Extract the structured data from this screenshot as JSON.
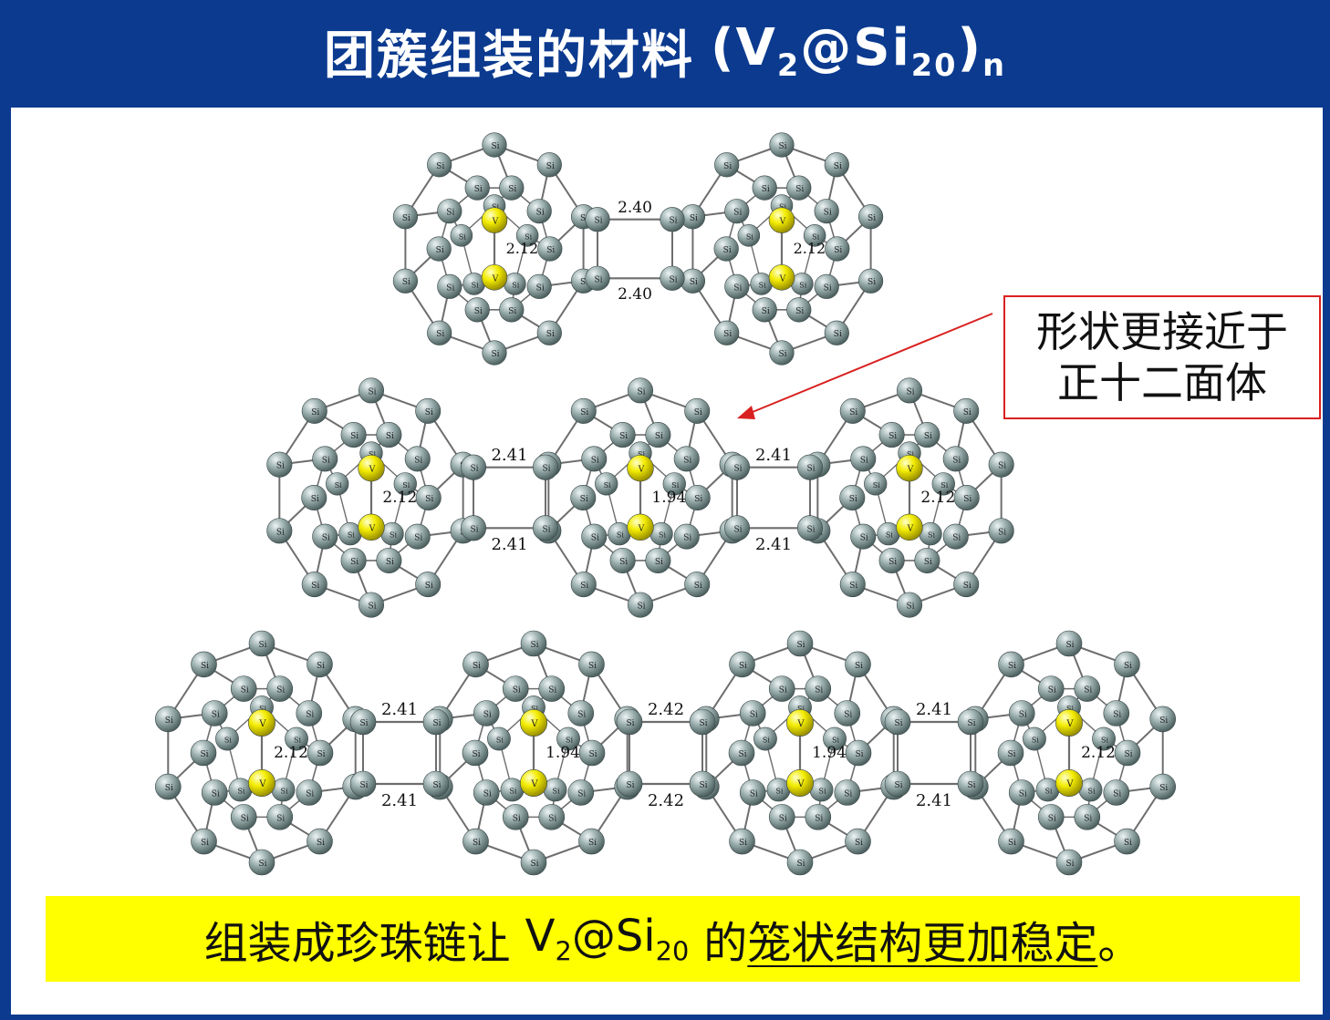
{
  "title": {
    "chinese": "团簇组装的材料",
    "open": "(V",
    "sub1": "2",
    "at": "@Si",
    "sub2": "20",
    "close": ")",
    "subn": "n"
  },
  "callout": {
    "line1": "形状更接近于",
    "line2": "正十二面体"
  },
  "banner": {
    "prefix": "组装成珍珠链让",
    "formula_v": "V",
    "formula_sub1": "2",
    "formula_at": "@Si",
    "formula_sub2": "20",
    "mid": "的",
    "underlined": "笼状结构更加稳定",
    "end": "。"
  },
  "atom_labels": {
    "si": "Si",
    "v": "V"
  },
  "colors": {
    "si": "#8fa3a3",
    "v": "#e8e000",
    "title_bg": "#0b3a8f",
    "banner_bg": "#ffff00",
    "callout_border": "#d92020"
  },
  "structures": [
    {
      "name": "dimer",
      "bond_lengths": [
        "2.40",
        "2.40"
      ],
      "vv_distances": [
        "2.12",
        "2.12"
      ]
    },
    {
      "name": "trimer",
      "bond_lengths": [
        "2.41",
        "2.41",
        "2.41",
        "2.41"
      ],
      "vv_distances": [
        "2.12",
        "1.94",
        "2.12"
      ]
    },
    {
      "name": "tetramer",
      "bond_lengths": [
        "2.41",
        "2.41",
        "2.42",
        "2.42",
        "2.41",
        "2.41"
      ],
      "vv_distances": [
        "2.12",
        "1.94",
        "1.94",
        "2.12"
      ]
    }
  ]
}
